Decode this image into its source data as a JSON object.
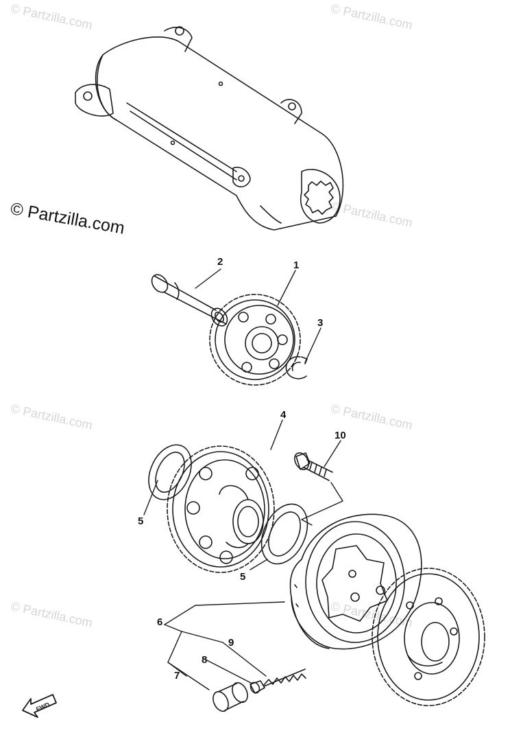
{
  "watermark": {
    "text": "© Partzilla.com",
    "color": "#d6d6d6"
  },
  "copyright_notice": "© Partzilla.com",
  "callouts": {
    "c1": "1",
    "c2": "2",
    "c3": "3",
    "c4": "4",
    "c5a": "5",
    "c5b": "5",
    "c6": "6",
    "c7": "7",
    "c8": "8",
    "c9": "9",
    "c10": "10"
  },
  "fwd_label": "FWD",
  "line_color": "#1a1a1a"
}
